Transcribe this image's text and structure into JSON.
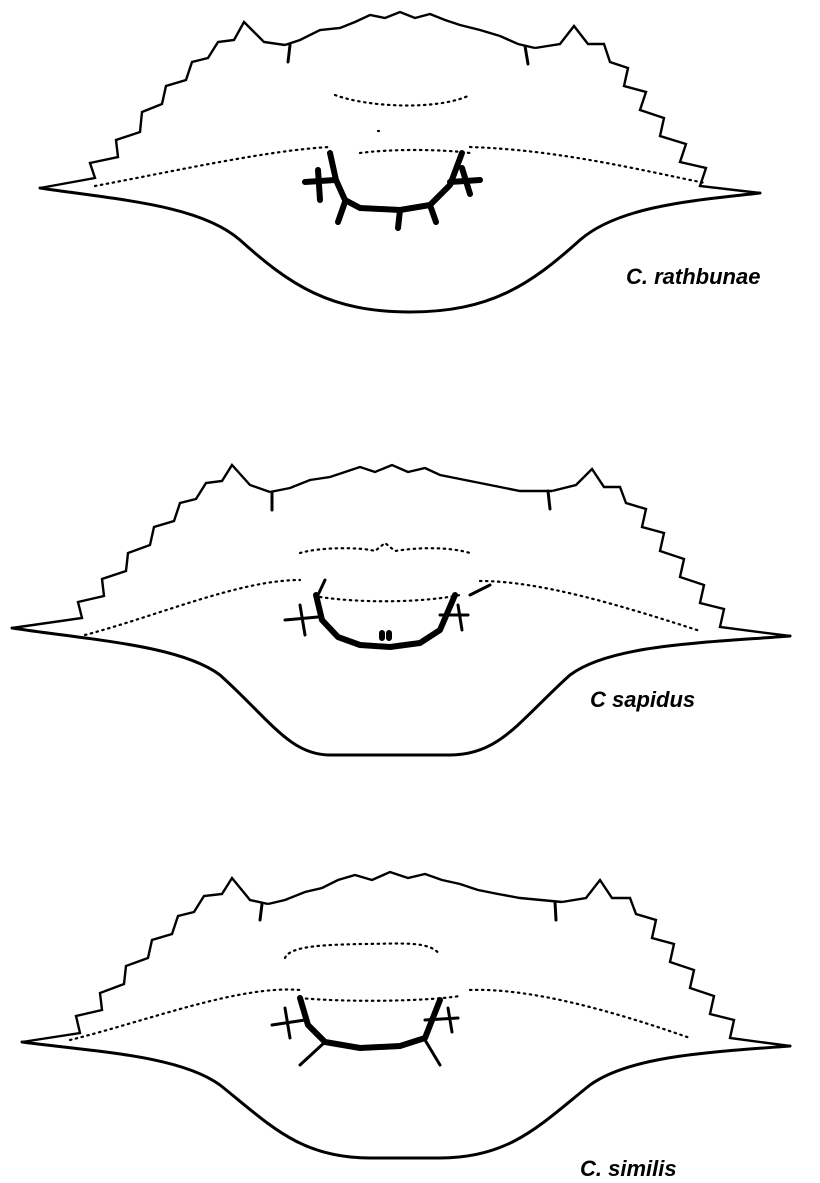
{
  "figure": {
    "specimens": [
      {
        "label": "C. rathbunae"
      },
      {
        "label": "C sapidus"
      },
      {
        "label": "C. similis"
      }
    ]
  }
}
